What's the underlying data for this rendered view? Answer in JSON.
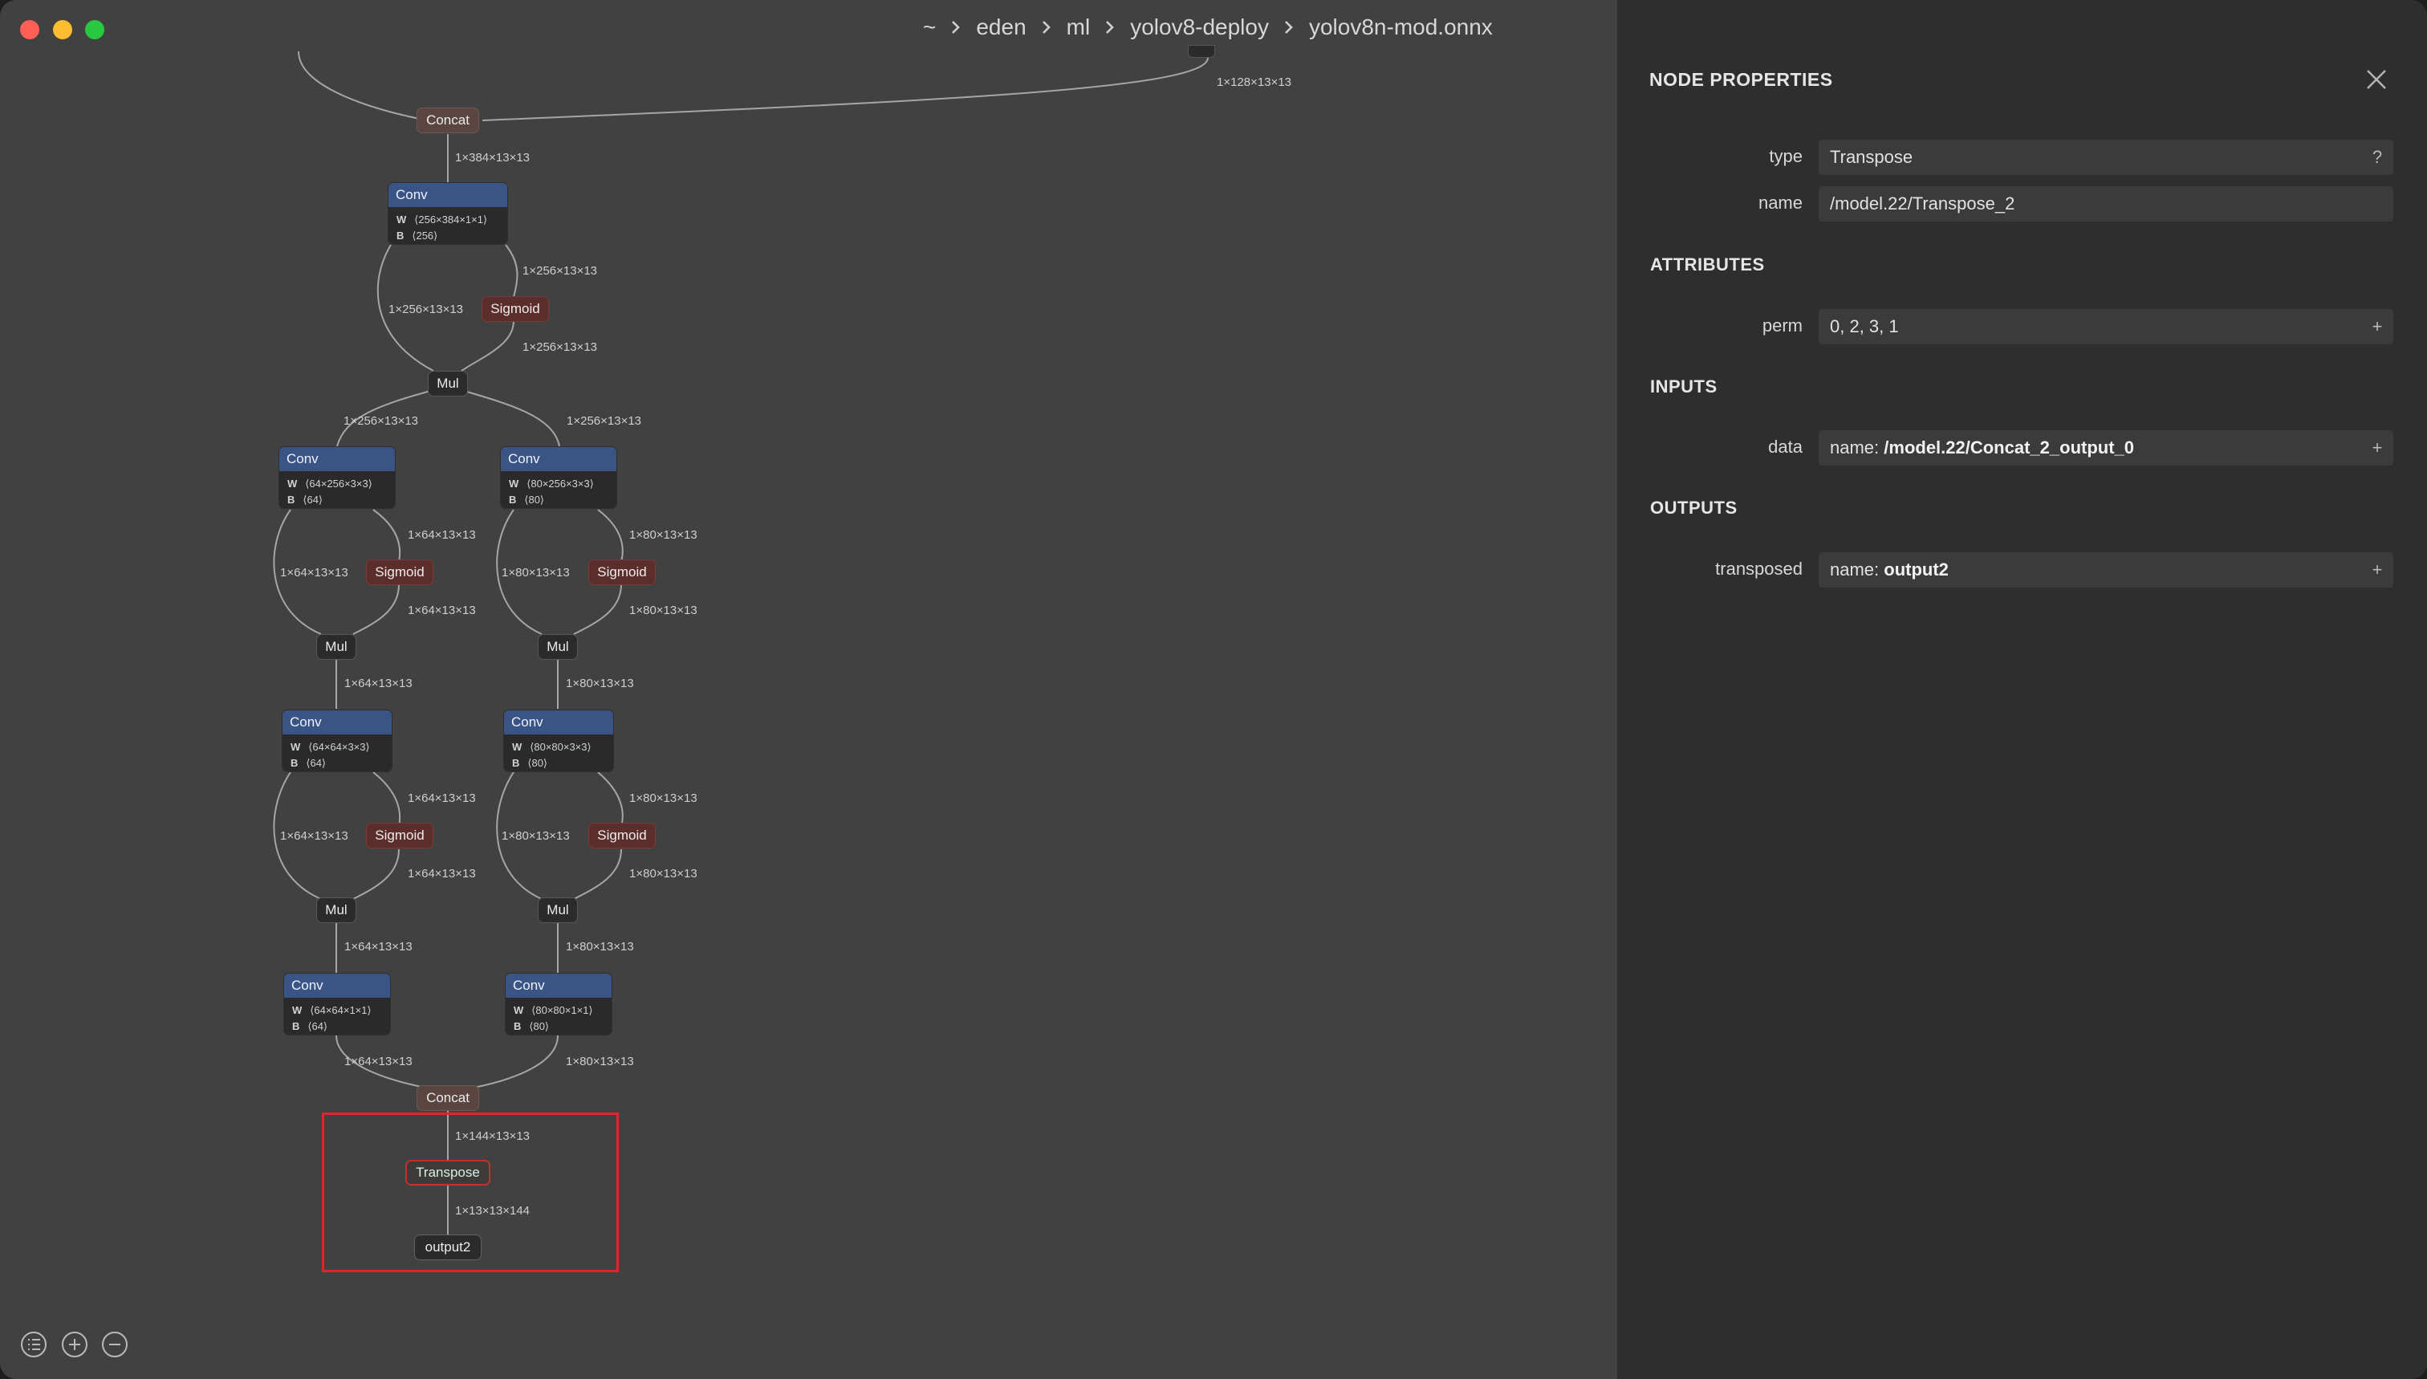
{
  "window": {
    "breadcrumbs": [
      "~",
      "eden",
      "ml",
      "yolov8-deploy",
      "yolov8n-mod.onnx"
    ]
  },
  "graph": {
    "nodes": {
      "concat_top": "Concat",
      "conv_a": {
        "title": "Conv",
        "w": "⟨256×384×1×1⟩",
        "b": "⟨256⟩"
      },
      "sigmoid_a": "Sigmoid",
      "mul_a": "Mul",
      "conv_l1": {
        "title": "Conv",
        "w": "⟨64×256×3×3⟩",
        "b": "⟨64⟩"
      },
      "conv_r1": {
        "title": "Conv",
        "w": "⟨80×256×3×3⟩",
        "b": "⟨80⟩"
      },
      "sigmoid_l1": "Sigmoid",
      "sigmoid_r1": "Sigmoid",
      "mul_l1": "Mul",
      "mul_r1": "Mul",
      "conv_l2": {
        "title": "Conv",
        "w": "⟨64×64×3×3⟩",
        "b": "⟨64⟩"
      },
      "conv_r2": {
        "title": "Conv",
        "w": "⟨80×80×3×3⟩",
        "b": "⟨80⟩"
      },
      "sigmoid_l2": "Sigmoid",
      "sigmoid_r2": "Sigmoid",
      "mul_l2": "Mul",
      "mul_r2": "Mul",
      "conv_l3": {
        "title": "Conv",
        "w": "⟨64×64×1×1⟩",
        "b": "⟨64⟩"
      },
      "conv_r3": {
        "title": "Conv",
        "w": "⟨80×80×1×1⟩",
        "b": "⟨80⟩"
      },
      "concat_bottom": "Concat",
      "transpose": "Transpose",
      "output": "output2"
    },
    "weight_key": "W",
    "bias_key": "B",
    "edge_labels": {
      "top_right_in": "1×128×13×13",
      "concat_to_conv": "1×384×13×13",
      "conv_a_left": "1×256×13×13",
      "conv_a_sig_in": "1×256×13×13",
      "sig_a_out": "1×256×13×13",
      "mul_a_left": "1×256×13×13",
      "mul_a_right": "1×256×13×13",
      "l1_sig_in": "1×64×13×13",
      "l1_left": "1×64×13×13",
      "l1_sig_out": "1×64×13×13",
      "r1_sig_in": "1×80×13×13",
      "r1_left": "1×80×13×13",
      "r1_sig_out": "1×80×13×13",
      "l_mul1_out": "1×64×13×13",
      "r_mul1_out": "1×80×13×13",
      "l2_sig_in": "1×64×13×13",
      "l2_left": "1×64×13×13",
      "l2_sig_out": "1×64×13×13",
      "r2_sig_in": "1×80×13×13",
      "r2_left": "1×80×13×13",
      "r2_sig_out": "1×80×13×13",
      "l_mul2_out": "1×64×13×13",
      "r_mul2_out": "1×80×13×13",
      "l3_out": "1×64×13×13",
      "r3_out": "1×80×13×13",
      "concat_out": "1×144×13×13",
      "transpose_out": "1×13×13×144"
    }
  },
  "panel": {
    "title": "NODE PROPERTIES",
    "type_label": "type",
    "type_value": "Transpose",
    "type_help": "?",
    "name_label": "name",
    "name_value": "/model.22/Transpose_2",
    "attributes_title": "ATTRIBUTES",
    "perm_label": "perm",
    "perm_value": "0, 2, 3, 1",
    "inputs_title": "INPUTS",
    "input_label": "data",
    "input_prefix": "name: ",
    "input_value": "/model.22/Concat_2_output_0",
    "outputs_title": "OUTPUTS",
    "output_label": "transposed",
    "output_prefix": "name: ",
    "output_value": "output2",
    "expand_glyph": "+"
  },
  "colors": {
    "canvas": "#414141",
    "panel": "#2e2e2e",
    "conv_header": "#3b5486",
    "sigmoid": "#5c2e2b",
    "concat": "#5a4540",
    "selection": "#e0262b"
  },
  "icons": [
    "list-icon",
    "zoom-in-icon",
    "zoom-out-icon",
    "close-icon",
    "chevron-right-icon"
  ]
}
